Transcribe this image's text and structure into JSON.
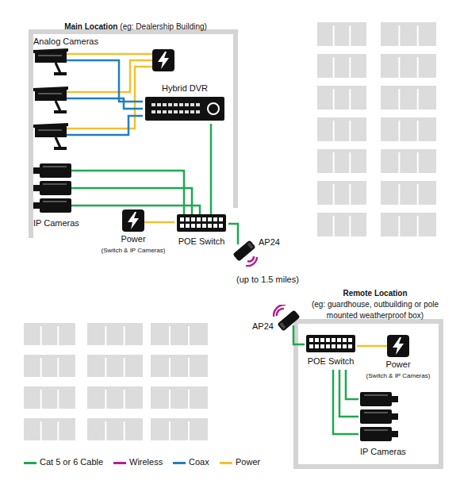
{
  "diagram": {
    "nodes": [
      {
        "text": [
          "Main Location",
          "(eg: Dealership Building)"
        ]
      },
      {
        "text": [
          "Analog Cameras"
        ],
        "in": 0
      },
      {
        "text": [
          "Hybrid DVR"
        ],
        "in": 0
      },
      {
        "text": [
          "IP Cameras"
        ],
        "in": 0
      },
      {
        "text": [
          "Power",
          "(Switch & IP Cameras)"
        ],
        "in": 0
      },
      {
        "text": [
          "POE Switch"
        ],
        "in": 0
      },
      {
        "text": [
          "AP24"
        ]
      },
      {
        "text": [
          "Remote Location",
          "(eg: guardhouse, outbuilding or pole mounted weatherproof box)"
        ]
      },
      {
        "text": [
          "AP24"
        ]
      },
      {
        "text": [
          "POE Switch"
        ],
        "in": 7
      },
      {
        "text": [
          "Power",
          "(Switch & IP Cameras)"
        ],
        "in": 7
      },
      {
        "text": [
          "IP Cameras"
        ],
        "in": 7
      }
    ],
    "edges": [
      {
        "from": 1,
        "to": 2,
        "arrow": "none"
      },
      {
        "from": 3,
        "to": 5,
        "arrow": "none"
      },
      {
        "from": 2,
        "to": 5,
        "arrow": "none"
      },
      {
        "from": 4,
        "to": 5,
        "arrow": "none"
      },
      {
        "from": 5,
        "to": 6,
        "arrow": "none"
      },
      {
        "from": 8,
        "to": 9,
        "arrow": "none"
      },
      {
        "from": 10,
        "to": 9,
        "arrow": "none"
      },
      {
        "from": 9,
        "to": 11,
        "arrow": "none"
      }
    ],
    "labels": [
      "(up to 1.5 miles)"
    ],
    "legend": [
      {
        "text": "Cat 5 or 6 Cable",
        "color": "#1fa84f"
      },
      {
        "text": "Wireless",
        "color": "#b0208e"
      },
      {
        "text": "Coax",
        "color": "#1f7fc1"
      },
      {
        "text": "Power",
        "color": "#f2c12e"
      }
    ]
  }
}
